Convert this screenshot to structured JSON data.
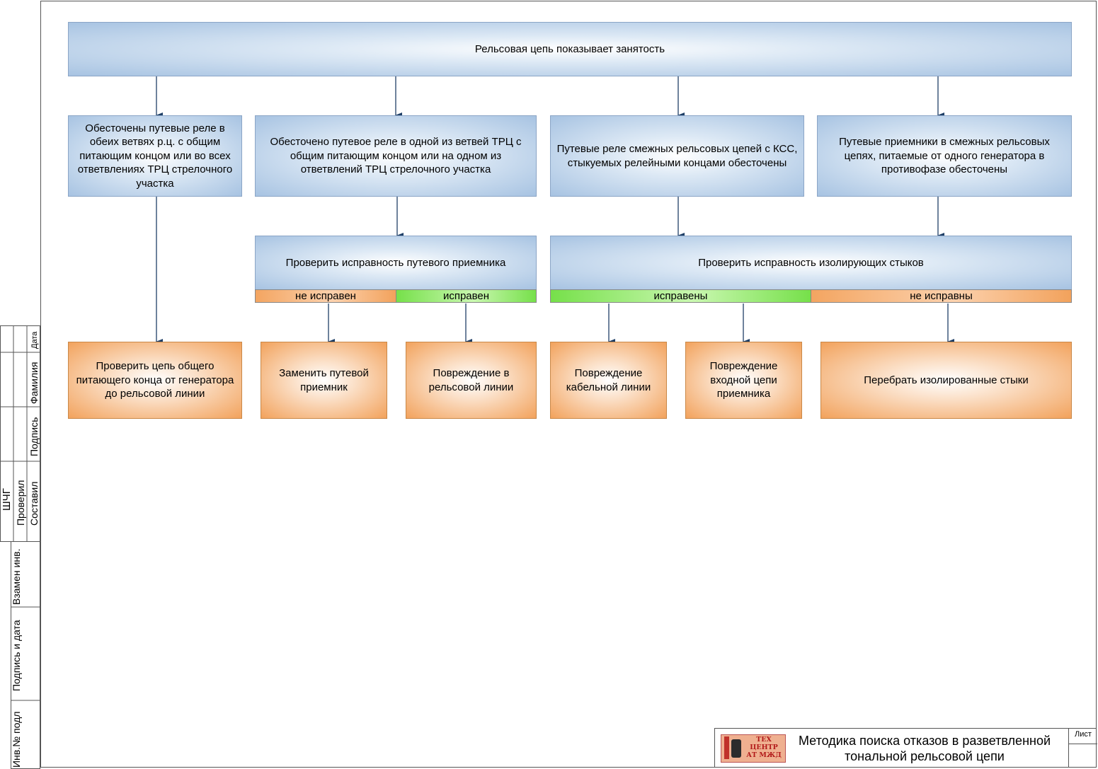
{
  "top": {
    "label": "Рельсовая цепь показывает занятость"
  },
  "level1": [
    "Обесточены путевые реле в обеих ветвях р.ц. с общим питающим концом или во всех ответвлениях ТРЦ стрелочного участка",
    "Обесточено путевое реле в одной из ветвей ТРЦ с общим питающим концом или на одном из ответвлений ТРЦ стрелочного участка",
    "Путевые реле смежных рельсовых цепей с КСС, стыкуемых релейными концами обесточены",
    "Путевые приемники в смежных рельсовых цепях, питаемые от одного генератора в противофазе обесточены"
  ],
  "checks": {
    "receiver": {
      "label": "Проверить исправность путевого приемника",
      "bad": "не исправен",
      "good": "исправен"
    },
    "joints": {
      "label": "Проверить исправность изолирующих стыков",
      "good": "исправены",
      "bad": "не исправны"
    }
  },
  "results": [
    "Проверить цепь общего питающего конца от генератора до рельсовой линии",
    "Заменить путевой приемник",
    "Повреждение в рельсовой линии",
    "Повреждение кабельной линии",
    "Повреждение входной цепи приемника",
    "Перебрать изолированные стыки"
  ],
  "stamp": {
    "date": "Дата",
    "surname": "Фамилия",
    "signature": "Подпись",
    "compiled": "Составил",
    "checked": "Проверил",
    "org": "ШЧГ",
    "replace_inv": "Взамен инв.",
    "sign_date": "Подпись и дата",
    "inv_orig": "Инв.№ подл"
  },
  "titleblock": {
    "title_line1": "Методика поиска отказов в разветвленной",
    "title_line2": "тональной рельсовой цепи",
    "sheet": "Лист",
    "logo_line1": "ТЕХ",
    "logo_line2": "ЦЕНТР",
    "logo_line3": "АТ МЖД"
  },
  "colors": {
    "blue_box": "#a7c3e2",
    "orange_box": "#f2a25c",
    "green_bar": "#76e04a",
    "arrow": "#1f3f66"
  }
}
